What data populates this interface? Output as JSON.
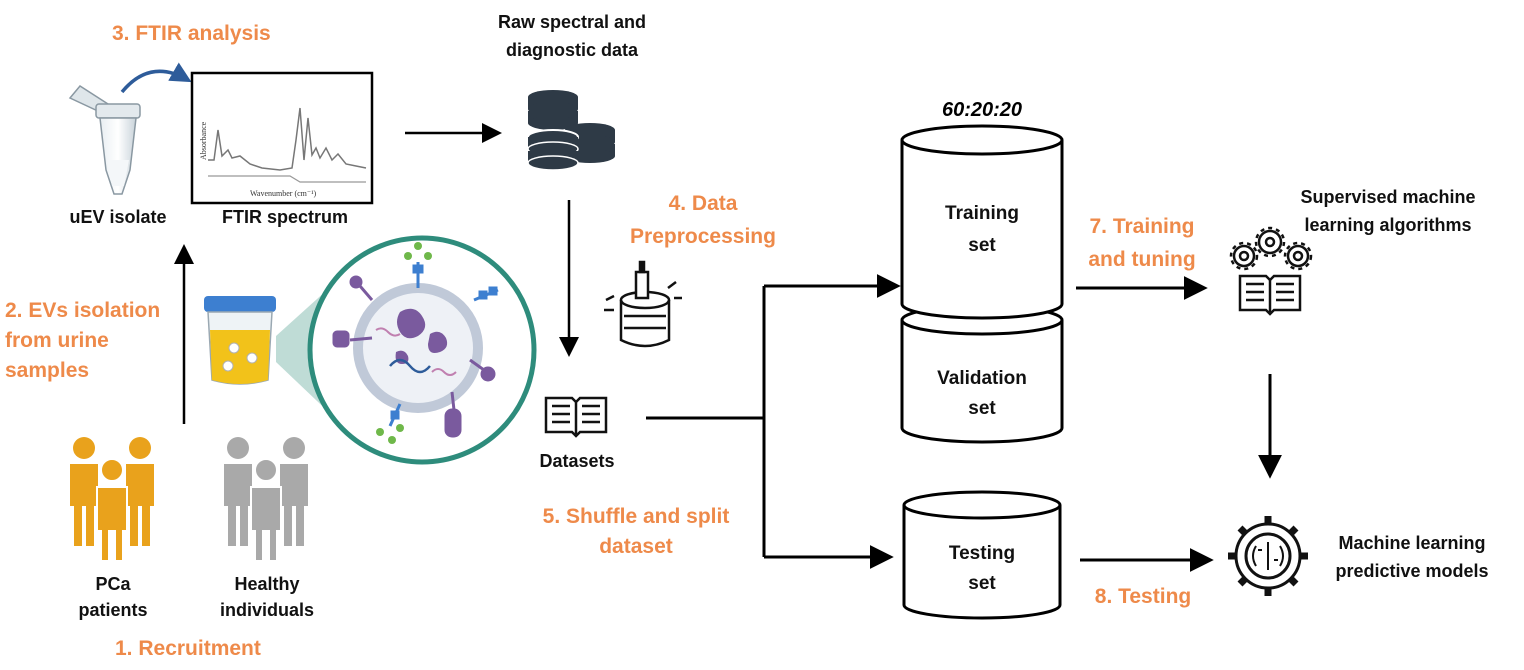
{
  "steps": {
    "recruitment": "1. Recruitment",
    "ev_isolation": [
      "2. EVs isolation",
      "from urine",
      "samples"
    ],
    "ftir_analysis": "3. FTIR analysis",
    "data_preprocessing": [
      "4. Data",
      "Preprocessing"
    ],
    "shuffle_split": [
      "5. Shuffle and split",
      "dataset"
    ],
    "training_tuning": [
      "7. Training",
      "and tuning"
    ],
    "testing": "8. Testing"
  },
  "labels": {
    "uev_isolate": "uEV isolate",
    "ftir_spectrum": "FTIR spectrum",
    "raw_data": [
      "Raw spectral and",
      "diagnostic data"
    ],
    "datasets": "Datasets",
    "pca_patients": [
      "PCa",
      "patients"
    ],
    "healthy_individuals": [
      "Healthy",
      "individuals"
    ],
    "supervised_ml": [
      "Supervised machine",
      "learning algorithms"
    ],
    "ml_models": [
      "Machine learning",
      "predictive models"
    ],
    "spectrum_ylabel": "Absorbance",
    "spectrum_xlabel": "Wavenumber (cm⁻¹)"
  },
  "split": {
    "ratio": "60:20:20",
    "training": [
      "Training",
      "set"
    ],
    "validation": [
      "Validation",
      "set"
    ],
    "testing": [
      "Testing",
      "set"
    ]
  },
  "colors": {
    "step_orange": "#EE8A4A",
    "patient_gold": "#E9A21C",
    "healthy_gray": "#A9A9A9",
    "arrow_blue": "#2E5C9A",
    "db_dark": "#2E3A46",
    "urine_yellow": "#F2C21A",
    "cup_lid": "#3D7FD0",
    "ev_purple": "#7A5A9E",
    "ev_teal": "#2E8C7C",
    "zoom_teal": "#B8D8D2"
  },
  "icons": [
    "tube-icon",
    "spectrum-icon",
    "database-icon",
    "cleaning-icon",
    "book-icon",
    "urine-cup-icon",
    "ev-icon",
    "people-icon",
    "gears-book-icon",
    "brain-gear-icon"
  ]
}
